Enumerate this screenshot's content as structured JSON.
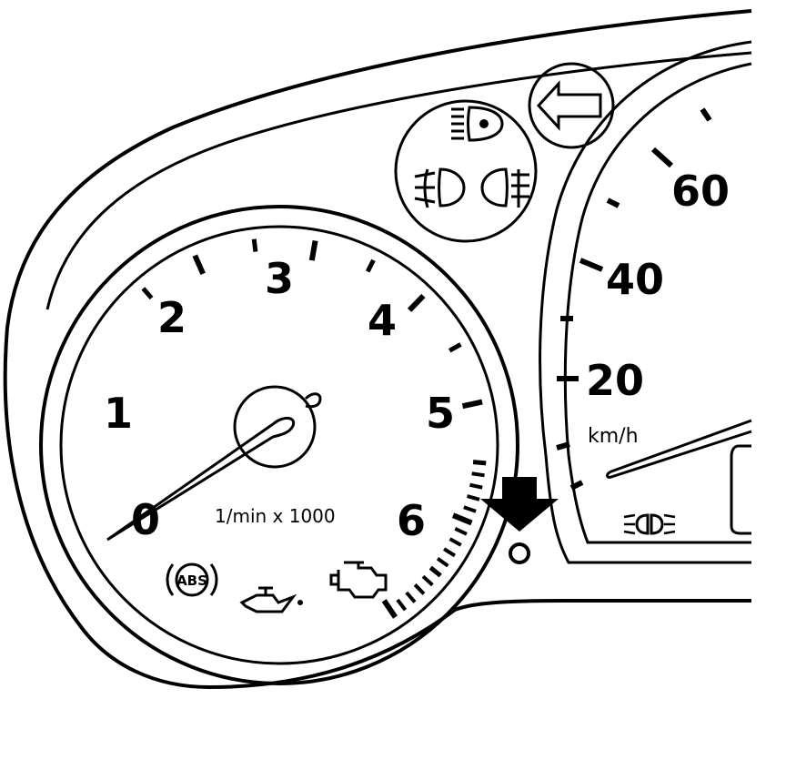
{
  "tachometer": {
    "scale_labels": [
      "0",
      "1",
      "2",
      "3",
      "4",
      "5",
      "6"
    ],
    "unit": "1/min x 1000",
    "needle_value": 0
  },
  "speedometer": {
    "scale_labels": [
      "20",
      "40",
      "60"
    ],
    "unit": "km/h",
    "needle_value": 0
  },
  "indicators": {
    "abs_text": "ABS",
    "icons": [
      "high-beam-icon",
      "front-fog-light-icon",
      "rear-fog-light-icon",
      "turn-signal-left-icon",
      "abs-warning-icon",
      "oil-pressure-icon",
      "check-engine-icon",
      "parking-light-icon",
      "reset-arrow-icon"
    ]
  },
  "colors": {
    "line": "#000000",
    "background": "#ffffff"
  }
}
